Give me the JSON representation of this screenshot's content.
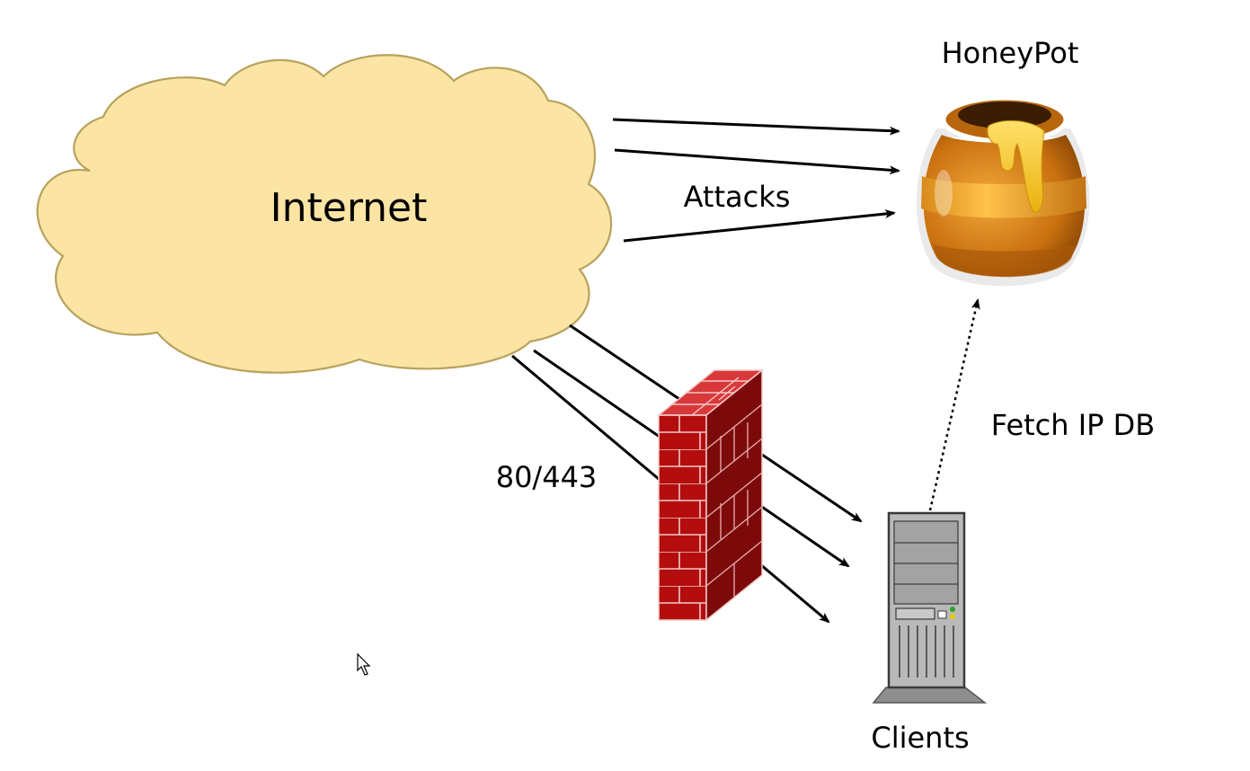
{
  "nodes": {
    "internet": {
      "label": "Internet"
    },
    "honeypot": {
      "label": "HoneyPot"
    },
    "clients": {
      "label": "Clients"
    },
    "firewall": {
      "label": ""
    }
  },
  "edges": {
    "attacks": {
      "label": "Attacks",
      "count": 3,
      "style": "solid",
      "from": "internet",
      "to": "honeypot"
    },
    "ports": {
      "label": "80/443",
      "count": 3,
      "style": "solid",
      "from": "internet",
      "to": "clients"
    },
    "fetch": {
      "label": "Fetch IP DB",
      "style": "dotted",
      "from": "clients",
      "to": "honeypot"
    }
  },
  "colors": {
    "cloud_fill": "#fbe4a4",
    "cloud_stroke": "#b8a25c",
    "brick_front": "#b30d0d",
    "brick_side": "#7d0a0a",
    "brick_top": "#d9383a",
    "pot_orange": "#d07a14",
    "pot_band": "#f0a82c",
    "honey": "#f3c11a",
    "server": "#b9b9b9"
  },
  "icons": [
    "cloud-icon",
    "honeypot-icon",
    "firewall-icon",
    "server-icon",
    "mouse-cursor-icon"
  ]
}
